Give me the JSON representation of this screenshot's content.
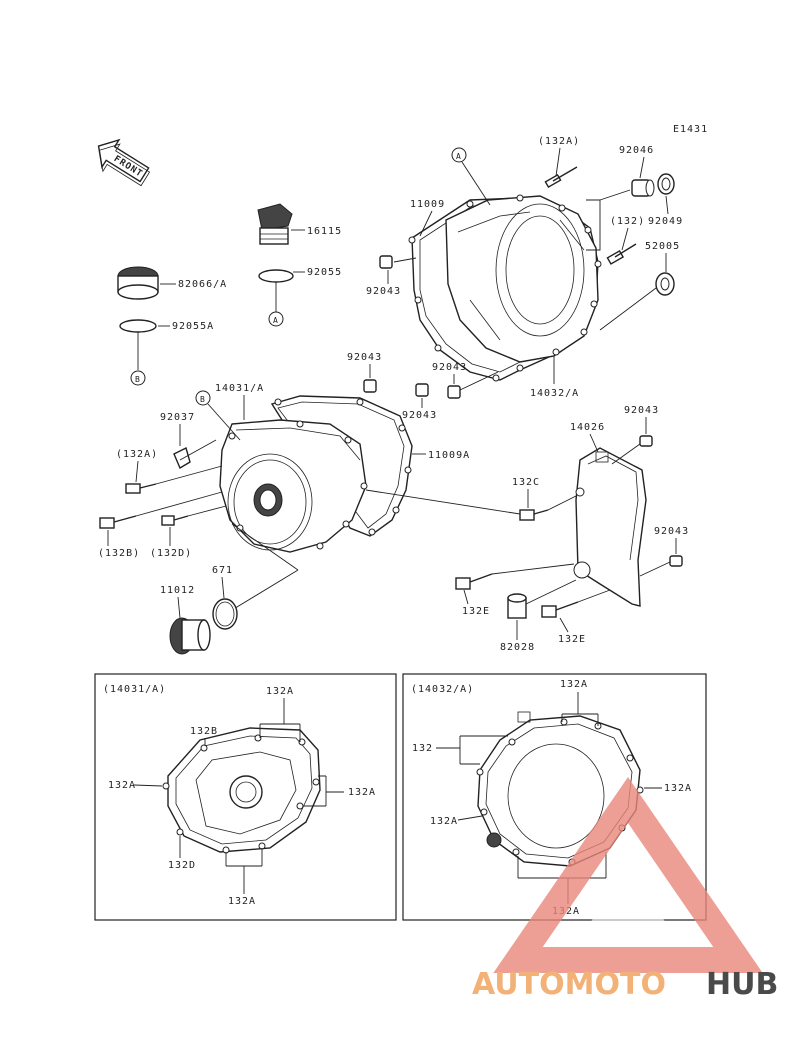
{
  "diagram": {
    "figure_code": "E1431",
    "front_label": "FRONT",
    "ref_a": "A",
    "ref_b": "B",
    "labels": {
      "p132A_top": "(132A)",
      "p92046": "92046",
      "p11009": "11009",
      "p132_paren": "(132)",
      "p92049": "92049",
      "p16115": "16115",
      "p52005": "52005",
      "p92055": "92055",
      "p82066A": "82066/A",
      "p92043_a": "92043",
      "p92055A": "92055A",
      "p92043_b": "92043",
      "p92043_c": "92043",
      "p14032A": "14032/A",
      "p14031A": "14031/A",
      "p92037": "92037",
      "p92043_d": "92043",
      "p92043_e": "92043",
      "p11009A": "11009A",
      "p14026": "14026",
      "p132A_left": "(132A)",
      "p132C": "132C",
      "p132B_paren": "(132B)",
      "p132D_paren": "(132D)",
      "p92043_f": "92043",
      "p671": "671",
      "p11012": "11012",
      "p132E_a": "132E",
      "p132E_b": "132E",
      "p82028": "82028"
    },
    "inset_left": {
      "title": "(14031/A)",
      "l132A_top": "132A",
      "l132B": "132B",
      "l132A_left": "132A",
      "l132A_right": "132A",
      "l132D": "132D",
      "l132A_bottom": "132A"
    },
    "inset_right": {
      "title": "(14032/A)",
      "l132A_top": "132A",
      "l132": "132",
      "l132A_right": "132A",
      "l132A_left": "132A",
      "l132A_bottom": "132A"
    }
  },
  "watermark": {
    "word_a": "AUTOMOTO",
    "word_b": "HUB",
    "color_a": "#f2b277",
    "color_b": "#4a4a4a",
    "triangle_color": "#e8877a"
  }
}
